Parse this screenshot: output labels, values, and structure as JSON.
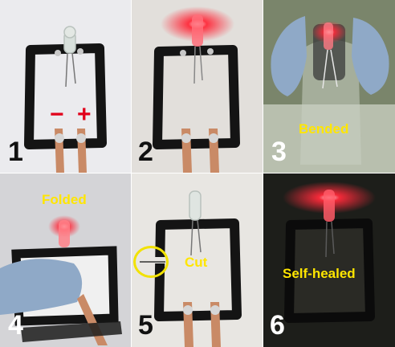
{
  "panels": [
    {
      "number": "1"
    },
    {
      "number": "2"
    },
    {
      "number": "3",
      "caption": "Bended"
    },
    {
      "number": "4",
      "caption": "Folded"
    },
    {
      "number": "5",
      "caption": "Cut"
    },
    {
      "number": "6",
      "caption": "Self-healed"
    }
  ],
  "polarity": {
    "negative": "−",
    "positive": "+"
  },
  "colors": {
    "led_glow": "#ff2a3a",
    "caption": "#ffe600",
    "polarity": "#e1001a",
    "circuit_ink": "#121212",
    "copper": "#c98a66",
    "glove": "#8fa9c7"
  }
}
